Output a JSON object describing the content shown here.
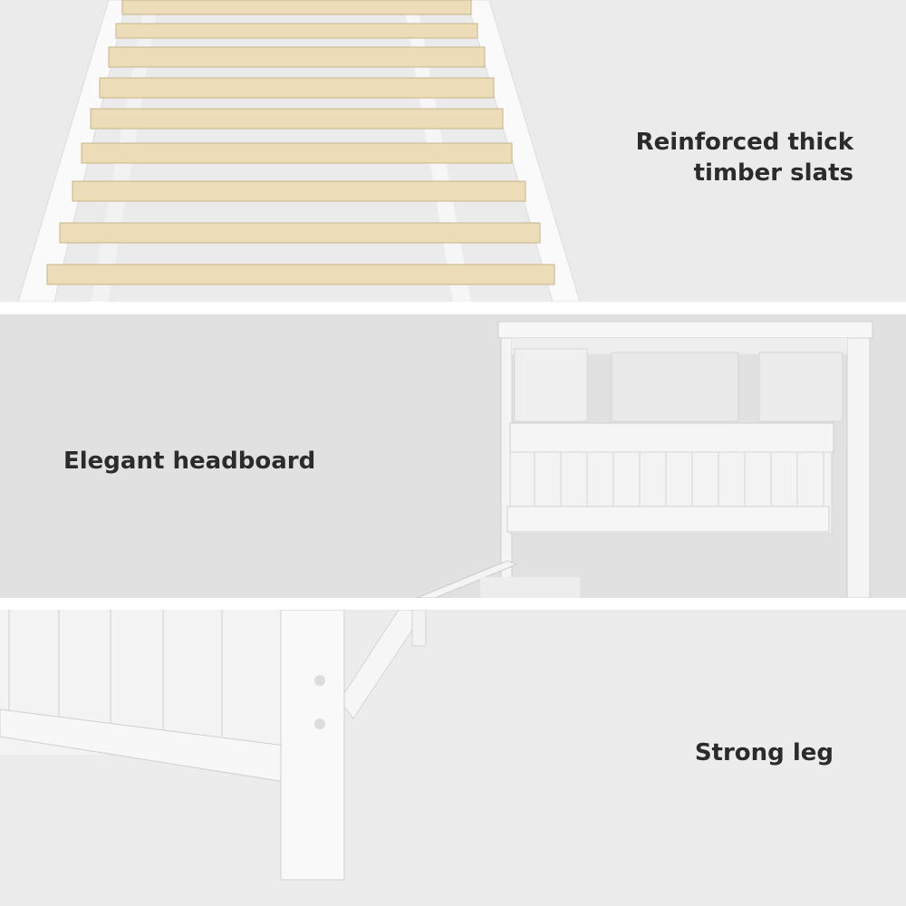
{
  "panels": [
    {
      "caption": "Reinforced thick timber slats",
      "caption_lines": [
        "Reinforced thick",
        "timber slats"
      ]
    },
    {
      "caption": "Elegant headboard"
    },
    {
      "caption": "Strong leg"
    }
  ],
  "colors": {
    "slat": "#ecdcb8",
    "frame": "#fafafa",
    "panel_bg_top": "#ebebeb",
    "panel_bg_mid": "#e1e1e1",
    "panel_bg_bottom": "#ececec",
    "text": "#2b2b2b"
  }
}
